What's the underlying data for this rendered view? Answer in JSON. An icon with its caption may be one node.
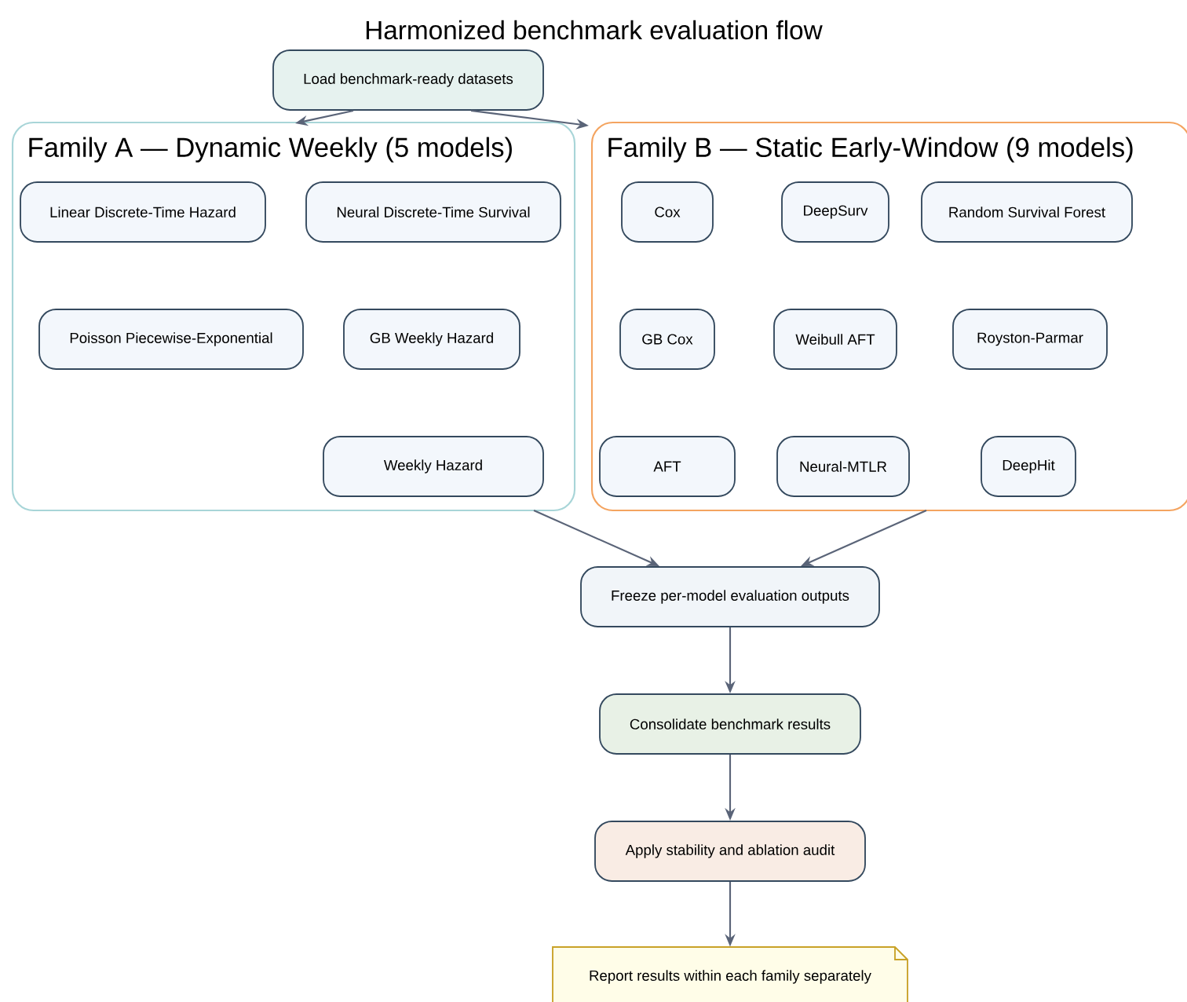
{
  "diagram": {
    "title": "Harmonized benchmark evaluation flow",
    "nodes": [
      {
        "text": [
          "Load benchmark-ready datasets"
        ]
      },
      {
        "text": [
          "Family A — Dynamic Weekly (5 models)"
        ]
      },
      {
        "text": [
          "Linear Discrete-Time Hazard"
        ],
        "in": 1
      },
      {
        "text": [
          "Neural Discrete-Time Survival"
        ],
        "in": 1
      },
      {
        "text": [
          "Poisson Piecewise-Exponential"
        ],
        "in": 1
      },
      {
        "text": [
          "GB Weekly Hazard"
        ],
        "in": 1
      },
      {
        "text": [
          "Weekly Hazard"
        ],
        "in": 1
      },
      {
        "text": [
          "Family B — Static Early-Window (9 models)"
        ]
      },
      {
        "text": [
          "Cox"
        ],
        "in": 7
      },
      {
        "text": [
          "DeepSurv"
        ],
        "in": 7
      },
      {
        "text": [
          "Random Survival Forest"
        ],
        "in": 7
      },
      {
        "text": [
          "GB Cox"
        ],
        "in": 7
      },
      {
        "text": [
          "Weibull AFT"
        ],
        "in": 7
      },
      {
        "text": [
          "Royston-Parmar"
        ],
        "in": 7
      },
      {
        "text": [
          "AFT"
        ],
        "in": 7
      },
      {
        "text": [
          "Neural-MTLR"
        ],
        "in": 7
      },
      {
        "text": [
          "DeepHit"
        ],
        "in": 7
      },
      {
        "text": [
          "Freeze per-model evaluation outputs"
        ]
      },
      {
        "text": [
          "Consolidate benchmark results"
        ]
      },
      {
        "text": [
          "Apply stability and ablation audit"
        ]
      },
      {
        "text": [
          "Report results within each family separately"
        ]
      }
    ],
    "edges": [
      {
        "from": 0,
        "to": 1,
        "arrow": "to"
      },
      {
        "from": 0,
        "to": 7,
        "arrow": "to"
      },
      {
        "from": 1,
        "to": 17,
        "arrow": "to"
      },
      {
        "from": 7,
        "to": 17,
        "arrow": "to"
      },
      {
        "from": 17,
        "to": 18,
        "arrow": "to"
      },
      {
        "from": 18,
        "to": 19,
        "arrow": "to"
      },
      {
        "from": 19,
        "to": 20,
        "arrow": "to"
      }
    ]
  }
}
